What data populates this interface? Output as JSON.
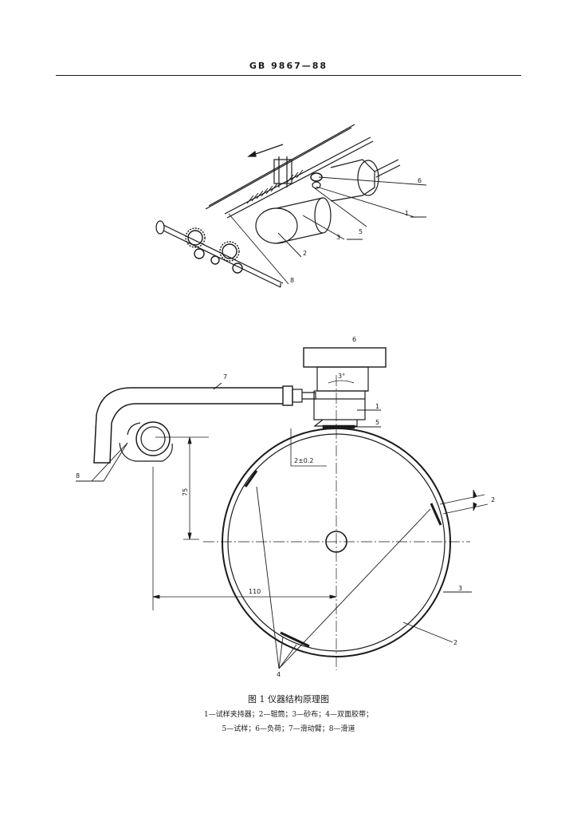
{
  "header": {
    "standard_code": "GB 9867—88"
  },
  "figure": {
    "labels": {
      "n1": "1",
      "n2": "2",
      "n3": "3",
      "n4": "4",
      "n5": "5",
      "n6": "6",
      "n7": "7",
      "n8": "8"
    },
    "dimensions": {
      "d_75": "75",
      "d_110": "110",
      "d_gap": "2±0.2",
      "d_angle": "3°",
      "d_2": "2"
    }
  },
  "caption": {
    "title": "图 1  仪器结构原理图",
    "legend_line1": "1—试样夹持器；2—辊筒；3—砂布；4—双面胶带；",
    "legend_line2": "5—试样；6—负荷；7—滑动臂；8—滑道"
  }
}
